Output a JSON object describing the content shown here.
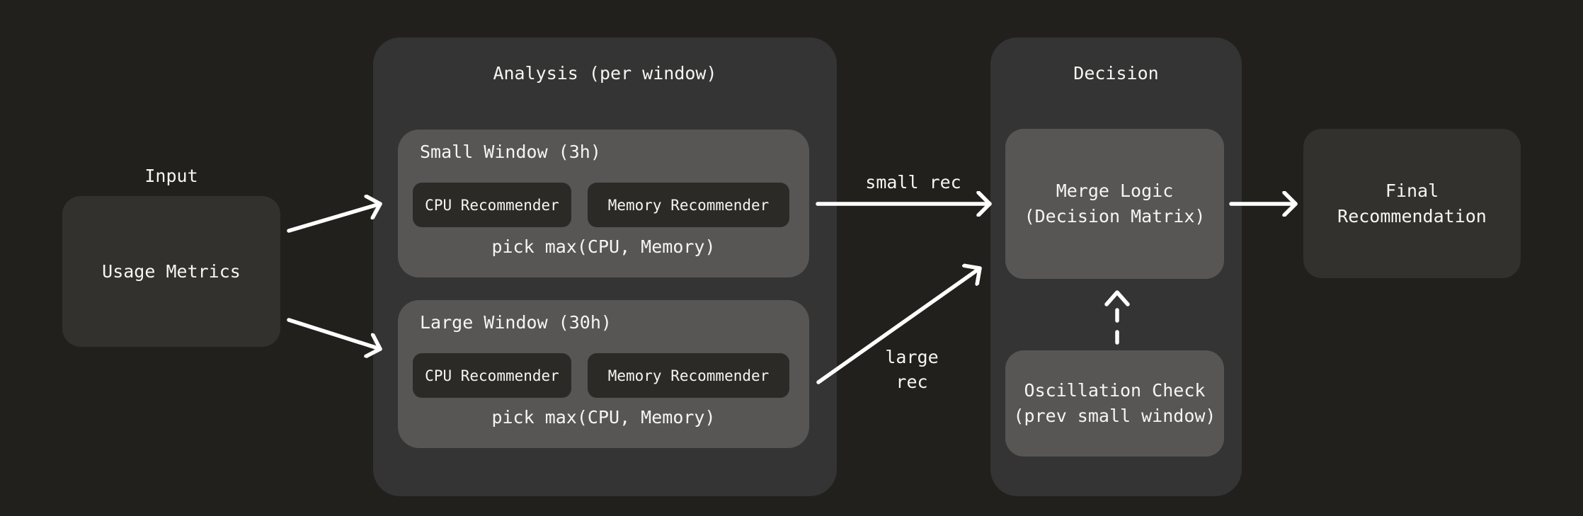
{
  "colors": {
    "page-bg": "#21201c",
    "container-bg": "#343434",
    "window-bg": "#575655",
    "chip-bg": "#2b2a26",
    "node-bg": "#32312e",
    "text": "#f6f5f2",
    "arrow": "#ffffff"
  },
  "input": {
    "label": "Input",
    "node": "Usage Metrics"
  },
  "analysis": {
    "title": "Analysis (per window)",
    "windows": [
      {
        "title": "Small Window (3h)",
        "chips": [
          "CPU Recommender",
          "Memory Recommender"
        ],
        "footer": "pick max(CPU, Memory)"
      },
      {
        "title": "Large Window (30h)",
        "chips": [
          "CPU Recommender",
          "Memory Recommender"
        ],
        "footer": "pick max(CPU, Memory)"
      }
    ]
  },
  "edges": {
    "small_rec": "small rec",
    "large_rec": "large\nrec"
  },
  "decision": {
    "title": "Decision",
    "merge": "Merge Logic\n(Decision Matrix)",
    "oscillation": "Oscillation Check\n(prev small window)"
  },
  "final": "Final\nRecommendation"
}
